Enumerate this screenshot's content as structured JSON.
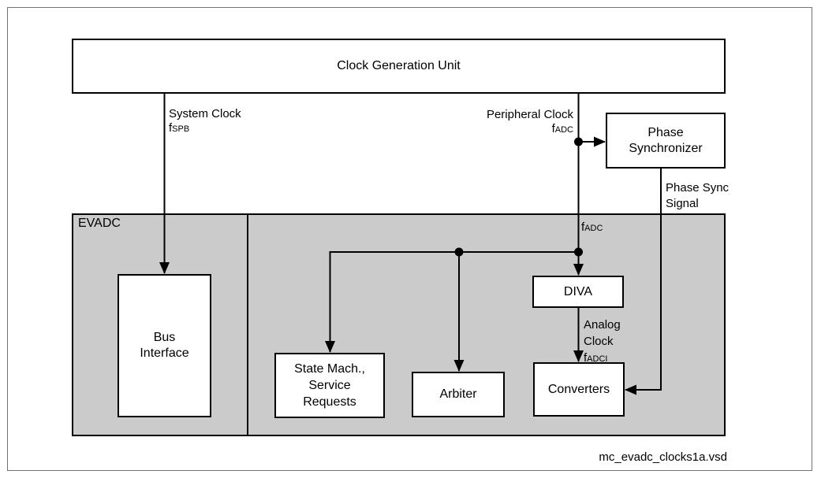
{
  "page": {
    "footer": "mc_evadc_clocks1a.vsd"
  },
  "colors": {
    "module_fill": "#cbcbcb",
    "box_fill": "#ffffff",
    "line_color": "#000000",
    "page_border": "#737373"
  },
  "boxes": {
    "clock_gen": {
      "label": "Clock Generation Unit"
    },
    "phase_sync": {
      "line1": "Phase",
      "line2": "Synchronizer"
    },
    "evadc": {
      "label": "EVADC"
    },
    "bus_interface": {
      "line1": "Bus",
      "line2": "Interface"
    },
    "state_mach": {
      "line1": "State Mach.,",
      "line2": "Service",
      "line3": "Requests"
    },
    "arbiter": {
      "label": "Arbiter"
    },
    "diva": {
      "label": "DIVA"
    },
    "converters": {
      "label": "Converters"
    }
  },
  "signals": {
    "system_clock": {
      "name": "System Clock",
      "sym_base": "f",
      "sym_sub": "SPB"
    },
    "peripheral_clock": {
      "name": "Peripheral Clock",
      "sym_base": "f",
      "sym_sub": "ADC"
    },
    "adc_clock_internal": {
      "sym_base": "f",
      "sym_sub": "ADC"
    },
    "phase_sync_signal": {
      "line1": "Phase Sync",
      "line2": "Signal"
    },
    "analog_clock": {
      "line1": "Analog",
      "line2": "Clock",
      "sym_base": "f",
      "sym_sub": "ADCI"
    }
  }
}
